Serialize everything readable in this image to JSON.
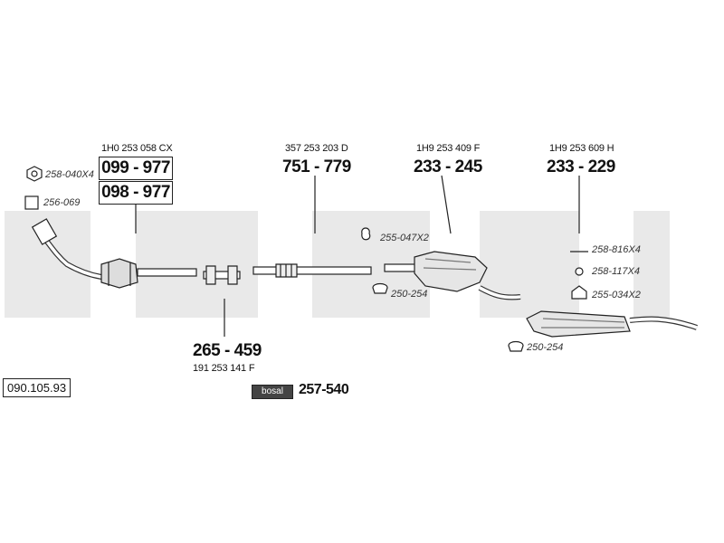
{
  "diagram_ref": "090.105.93",
  "parts": [
    {
      "oe": "1H0 253 058 CX",
      "numbers": [
        "099 - 977",
        "098 - 977"
      ]
    },
    {
      "oe": "357 253 203 D",
      "number": "751 - 779"
    },
    {
      "oe": "1H9 253 409 F",
      "number": "233 - 245"
    },
    {
      "oe": "1H9 253 609 H",
      "number": "233 - 229"
    },
    {
      "oe": "191 253 141 F",
      "number": "265 - 459"
    }
  ],
  "accessories": [
    {
      "code": "258-040X4",
      "icon": "nut-icon"
    },
    {
      "code": "256-069",
      "icon": "gasket-icon"
    },
    {
      "code": "255-047X2",
      "icon": "rubber-mount-icon"
    },
    {
      "code": "250-254",
      "icon": "clamp-icon"
    },
    {
      "code": "258-816X4",
      "icon": "bolt-icon"
    },
    {
      "code": "258-117X4",
      "icon": "washer-icon"
    },
    {
      "code": "255-034X2",
      "icon": "bracket-icon"
    },
    {
      "code": "250-254",
      "icon": "clamp-icon"
    }
  ],
  "mounting_kit": {
    "brand": "bosal",
    "number": "257-540"
  }
}
